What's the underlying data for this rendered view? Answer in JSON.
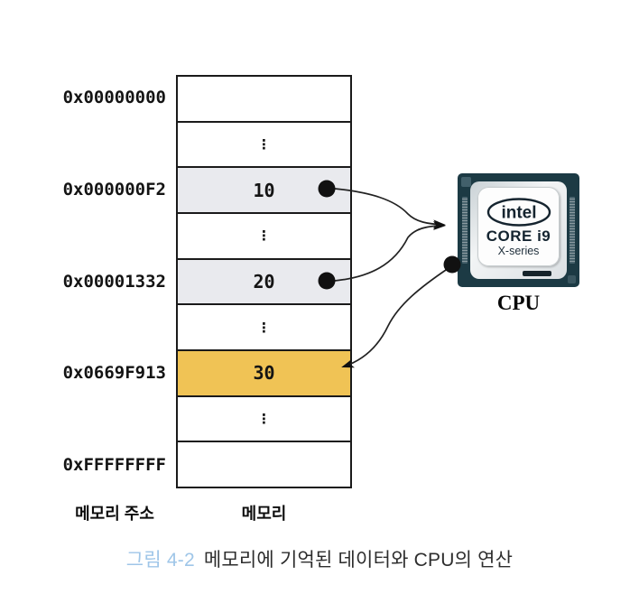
{
  "figure": {
    "memory_table": {
      "label": "메모리",
      "rows": [
        {
          "value": "",
          "type": "empty"
        },
        {
          "value": "⋮",
          "type": "ellipsis"
        },
        {
          "value": "10",
          "type": "data",
          "highlight": "gray"
        },
        {
          "value": "⋮",
          "type": "ellipsis"
        },
        {
          "value": "20",
          "type": "data",
          "highlight": "gray"
        },
        {
          "value": "⋮",
          "type": "ellipsis"
        },
        {
          "value": "30",
          "type": "data",
          "highlight": "yellow"
        },
        {
          "value": "⋮",
          "type": "ellipsis"
        },
        {
          "value": "",
          "type": "empty"
        }
      ]
    },
    "addresses": {
      "label": "메모리 주소",
      "items": [
        "0x00000000",
        "0x000000F2",
        "0x00001332",
        "0x0669F913",
        "0xFFFFFFFF"
      ]
    },
    "cpu": {
      "brand": "intel",
      "model": "CORE i9",
      "series": "X-series",
      "label": "CPU"
    },
    "connections": [
      {
        "from": "memory-cell-10",
        "to": "cpu",
        "style": "dot-to-arrow"
      },
      {
        "from": "memory-cell-20",
        "to": "cpu",
        "style": "dot-to-arrow"
      },
      {
        "from": "cpu",
        "to": "memory-cell-30",
        "style": "dot-to-arrow"
      }
    ],
    "caption": {
      "number": "그림 4-2",
      "text": "메모리에 기억된 데이터와 CPU의 연산"
    },
    "colors": {
      "highlight_gray": "#e9eaee",
      "highlight_yellow": "#f0c355",
      "caption_number_blue": "#9fc6e8",
      "cpu_frame": "#1c3a44",
      "line_black": "#1a1a1a"
    }
  }
}
